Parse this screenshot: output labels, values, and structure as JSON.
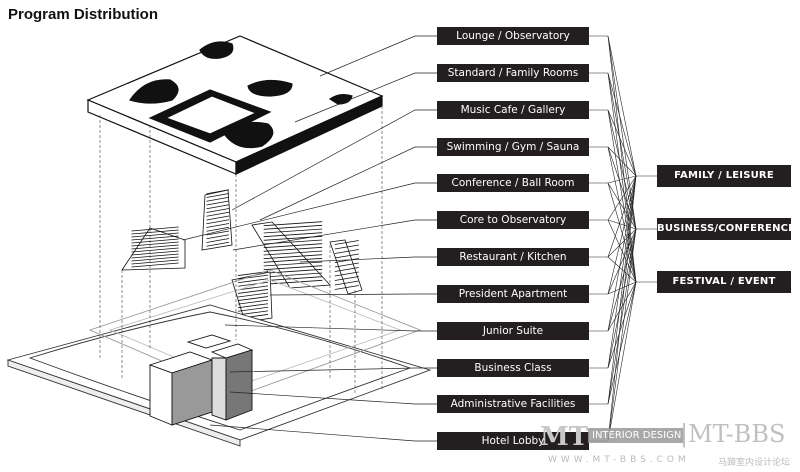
{
  "title": "Program Distribution",
  "programs": [
    "Lounge / Observatory",
    "Standard / Family Rooms",
    "Music Cafe / Gallery",
    "Swimming / Gym / Sauna",
    "Conference / Ball Room",
    "Core to Observatory",
    "Restaurant / Kitchen",
    "President Apartment",
    "Junior Suite",
    "Business Class",
    "Administrative Facilities",
    "Hotel Lobby"
  ],
  "categories": [
    "FAMILY / LEISURE",
    "BUSINESS/CONFERENCE",
    "FESTIVAL / EVENT"
  ],
  "watermark": {
    "brand": "MT",
    "tag": "INTERIOR DESIGN",
    "bbs": "|MT-BBS",
    "url": "WWW.MT-BBS.COM",
    "cn": "马蹄室内设计论坛"
  },
  "colors": {
    "label_bg": "#231f20",
    "label_text": "#ffffff",
    "line": "#231f20"
  }
}
